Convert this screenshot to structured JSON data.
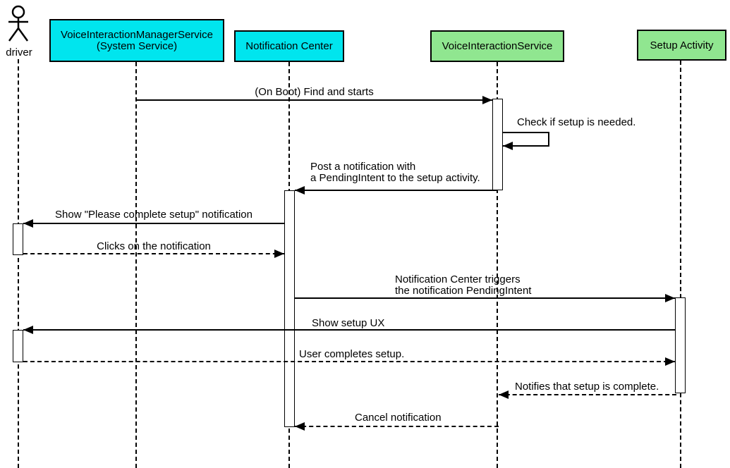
{
  "diagram": {
    "kind": "uml-sequence-diagram",
    "actor": {
      "name": "driver"
    },
    "participants": [
      {
        "name": "VoiceInteractionManagerService\n(System Service)",
        "fill": "#00E5EE"
      },
      {
        "name": "Notification Center",
        "fill": "#00E5EE"
      },
      {
        "name": "VoiceInteractionService",
        "fill": "#90E690"
      },
      {
        "name": "Setup Activity",
        "fill": "#90E690"
      }
    ],
    "colors": {
      "participant_cyan": "#00E5EE",
      "participant_green": "#90E690",
      "line": "#000000",
      "background": "#FFFFFF"
    },
    "messages": [
      {
        "label": "(On Boot) Find and starts",
        "from": "VoiceInteractionManagerService (System Service)",
        "to": "VoiceInteractionService",
        "style": "solid"
      },
      {
        "label": "Check if setup is needed.",
        "from": "VoiceInteractionService",
        "to": "VoiceInteractionService",
        "style": "solid-self"
      },
      {
        "label": "Post a notification with\na PendingIntent to the setup activity.",
        "from": "VoiceInteractionService",
        "to": "Notification Center",
        "style": "solid"
      },
      {
        "label": "Show \"Please complete setup\" notification",
        "from": "Notification Center",
        "to": "driver",
        "style": "solid"
      },
      {
        "label": "Clicks on the notification",
        "from": "driver",
        "to": "Notification Center",
        "style": "dashed"
      },
      {
        "label": "Notification Center triggers\nthe notification PendingIntent",
        "from": "Notification Center",
        "to": "Setup Activity",
        "style": "solid"
      },
      {
        "label": "Show setup UX",
        "from": "Setup Activity",
        "to": "driver",
        "style": "solid"
      },
      {
        "label": "User completes setup.",
        "from": "driver",
        "to": "Setup Activity",
        "style": "dashed"
      },
      {
        "label": "Notifies that setup is complete.",
        "from": "Setup Activity",
        "to": "VoiceInteractionService",
        "style": "dashed"
      },
      {
        "label": "Cancel notification",
        "from": "VoiceInteractionService",
        "to": "Notification Center",
        "style": "dashed"
      }
    ]
  }
}
